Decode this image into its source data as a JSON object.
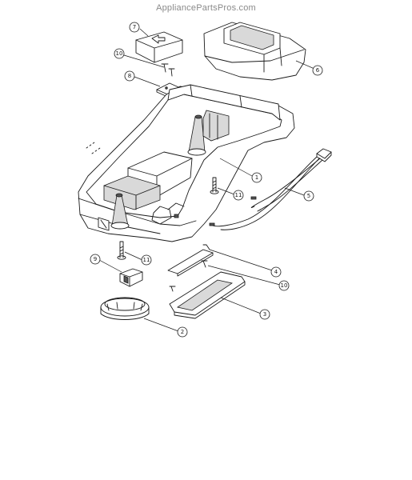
{
  "watermark": "AppliancePartsPros.com",
  "callouts": [
    {
      "key": "c1",
      "label": "1"
    },
    {
      "key": "c2",
      "label": "2"
    },
    {
      "key": "c3",
      "label": "3"
    },
    {
      "key": "c4",
      "label": "4"
    },
    {
      "key": "c5",
      "label": "5"
    },
    {
      "key": "c6",
      "label": "6"
    },
    {
      "key": "c7",
      "label": "7"
    },
    {
      "key": "c8",
      "label": "8"
    },
    {
      "key": "c9",
      "label": "9"
    },
    {
      "key": "c10a",
      "label": "10"
    },
    {
      "key": "c10b",
      "label": "10"
    },
    {
      "key": "c11a",
      "label": "11"
    },
    {
      "key": "c11b",
      "label": "11"
    }
  ]
}
